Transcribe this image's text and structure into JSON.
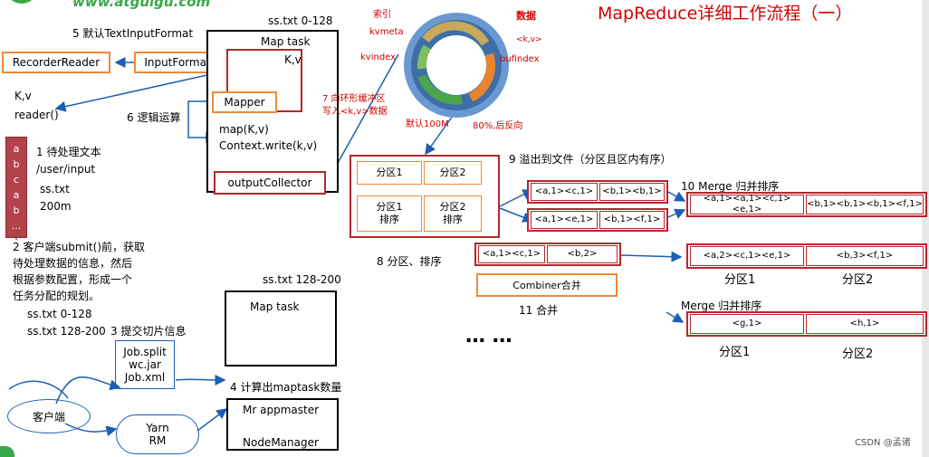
{
  "header": {
    "brand": "www.atguigu.com",
    "title": "MapReduce详细工作流程（一）"
  },
  "steps": {
    "s1": "1 待处理文本",
    "s1_path": "/user/input",
    "s1_file": "ss.txt",
    "s1_size": "200m",
    "s2": [
      "2 客户端submit()前，获取",
      "待处理数据的信息，然后",
      "根据参数配置，形成一个",
      "任务分配的规划。"
    ],
    "split1": "ss.txt  0-128",
    "split2": "ss.txt  128-200",
    "s3": "3 提交切片信息",
    "s4": "4 计算出maptask数量",
    "s5": "5 默认TextInputFormat",
    "s6": "6 逻辑运算",
    "s7": [
      "7 向环形缓冲区",
      "写入<k,v>数据"
    ],
    "s8": "8 分区、排序",
    "s9": "9 溢出到文件（分区且区内有序）",
    "s10": "10 Merge 归并排序",
    "s11": "11 合并"
  },
  "left": {
    "recorder_reader": "RecorderReader",
    "input_format": "InputFormat",
    "kv": "K,v",
    "reader": "reader()",
    "text_chars": [
      "a",
      "b",
      "c",
      "a",
      "b",
      "..."
    ],
    "client": "客户端",
    "yarn": [
      "Yarn",
      "RM"
    ],
    "job_files": [
      "Job.split",
      "wc.jar",
      "Job.xml"
    ]
  },
  "maptask1": {
    "header": "ss.txt 0-128",
    "title": "Map task",
    "kv": "K,v",
    "mapper": "Mapper",
    "map": "map(K,v)",
    "context": "Context.write(k,v)",
    "collector": "outputCollector"
  },
  "maptask2": {
    "header": "ss.txt 128-200",
    "title": "Map task"
  },
  "appmaster": {
    "line1": "Mr appmaster",
    "line2": "NodeManager"
  },
  "ring": {
    "index": "索引",
    "kvmeta": "kvmeta",
    "kvindex": "kvindex",
    "data": "数据",
    "kv": "<k,v>",
    "bufindex": "bufindex",
    "default": "默认100M",
    "reverse": "80%,后反向"
  },
  "partition": {
    "p1": "分区1",
    "p2": "分区2",
    "p1s": [
      "分区1",
      "排序"
    ],
    "p2s": [
      "分区2",
      "排序"
    ]
  },
  "spills": {
    "f1a": "<a,1><c,1>",
    "f1b": "<b,1><b,1>",
    "f2a": "<a,1><e,1>",
    "f2b": "<b,1><f,1>"
  },
  "merge": {
    "m1": "<a,1><a,1><c,1><e,1>",
    "m2": "<b,1><b,1><b,1><f,1>"
  },
  "combiner": {
    "in1": "<a,1><c,1>",
    "in2": "<b,2>",
    "label": "Combiner合并",
    "out1": "<a,2><c,1><e,1>",
    "out2": "<b,3><f,1>",
    "p1": "分区1",
    "p2": "分区2"
  },
  "ellipsis": "… …",
  "merge2": {
    "title": "Merge 归并排序",
    "c1": "<g,1>",
    "c2": "<h,1>",
    "p1": "分区1",
    "p2": "分区2"
  },
  "watermark": "CSDN @孟诸"
}
